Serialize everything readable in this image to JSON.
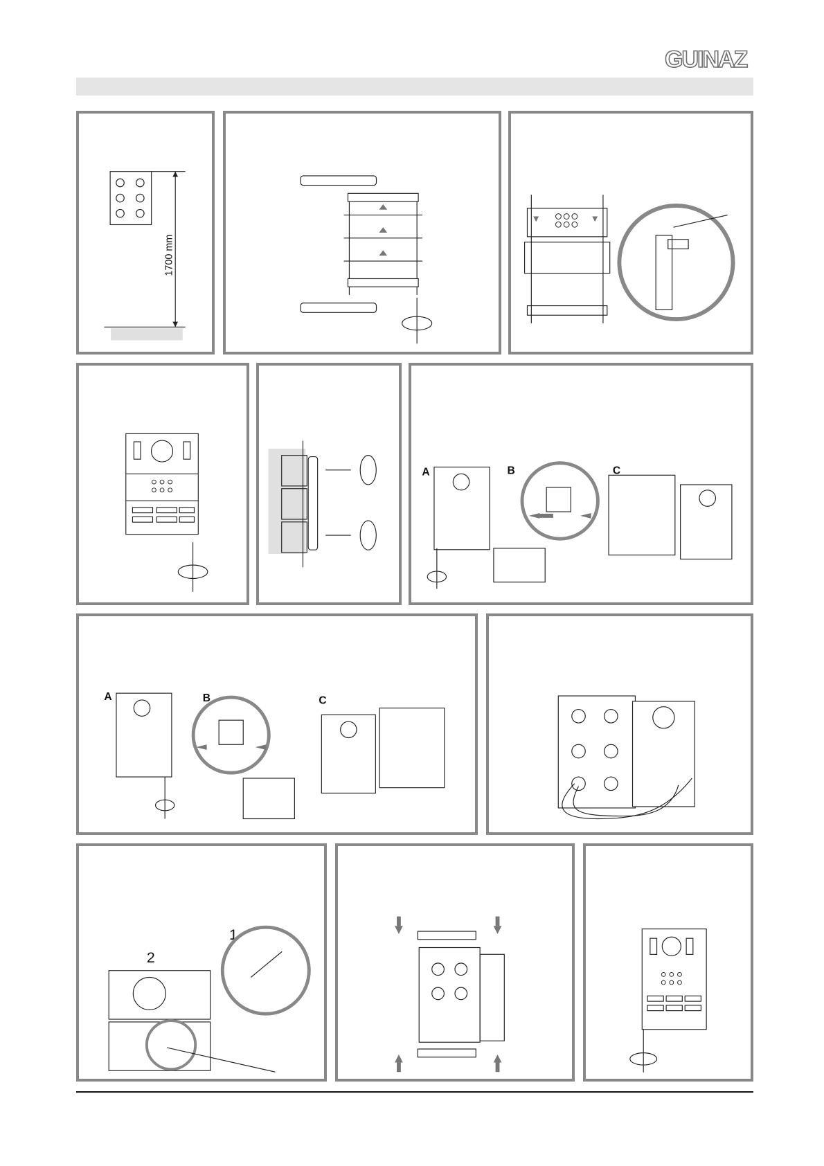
{
  "brand": {
    "logo_text": "GUINAZ"
  },
  "panels": {
    "p1": {
      "dimension_label": "1700 mm"
    },
    "p6": {
      "label_a": "A",
      "label_b": "B",
      "label_c": "C"
    },
    "p7": {
      "label_a": "A",
      "label_b": "B",
      "label_c": "C"
    },
    "p9": {
      "label_1": "1",
      "label_2": "2"
    }
  },
  "icons": [
    "screwdriver-rotation-icon",
    "arrow-up-icon",
    "arrow-down-icon",
    "magnifier-detail-icon"
  ],
  "colors": {
    "frame_border": "#888888",
    "header_bar": "#e5e5e5",
    "arrow_fill": "#777777"
  }
}
